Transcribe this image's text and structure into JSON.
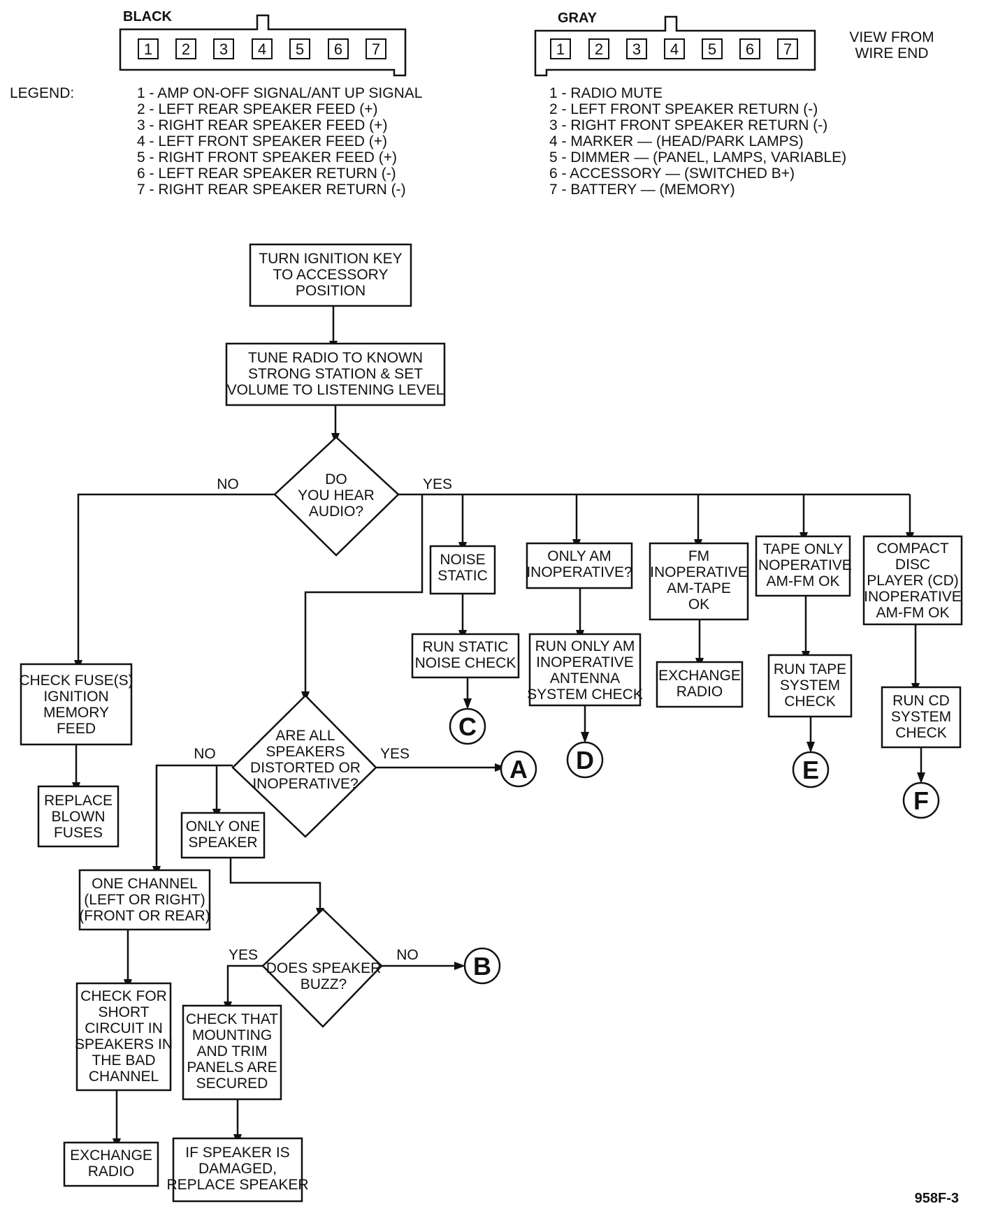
{
  "connectors": {
    "black": {
      "title": "BLACK",
      "pins": [
        "1",
        "2",
        "3",
        "4",
        "5",
        "6",
        "7"
      ],
      "legend": [
        "1 - AMP ON-OFF SIGNAL/ANT UP SIGNAL",
        "2 - LEFT REAR SPEAKER FEED (+)",
        "3 - RIGHT REAR SPEAKER FEED (+)",
        "4 - LEFT FRONT SPEAKER FEED (+)",
        "5 - RIGHT FRONT SPEAKER FEED (+)",
        "6 - LEFT REAR SPEAKER RETURN (-)",
        "7 - RIGHT REAR SPEAKER RETURN (-)"
      ]
    },
    "gray": {
      "title": "GRAY",
      "pins": [
        "1",
        "2",
        "3",
        "4",
        "5",
        "6",
        "7"
      ],
      "legend": [
        "1 - RADIO MUTE",
        "2 - LEFT FRONT SPEAKER RETURN (-)",
        "3 - RIGHT FRONT SPEAKER RETURN (-)",
        "4 - MARKER — (HEAD/PARK LAMPS)",
        "5 - DIMMER — (PANEL, LAMPS, VARIABLE)",
        "6 - ACCESSORY — (SWITCHED B+)",
        "7 - BATTERY — (MEMORY)"
      ]
    },
    "legend_label": "LEGEND:",
    "view_note": [
      "VIEW FROM",
      "WIRE END"
    ]
  },
  "flow": {
    "start": [
      "TURN IGNITION KEY",
      "TO ACCESSORY",
      "POSITION"
    ],
    "tune": [
      "TUNE RADIO TO KNOWN",
      "STRONG STATION & SET",
      "VOLUME TO LISTENING LEVEL"
    ],
    "q_audio": [
      "DO",
      "YOU HEAR",
      "AUDIO?"
    ],
    "no": "NO",
    "yes": "YES",
    "check_fuse": [
      "CHECK FUSE(S)",
      "IGNITION",
      "MEMORY",
      "FEED"
    ],
    "replace_fuses": [
      "REPLACE",
      "BLOWN",
      "FUSES"
    ],
    "noise": [
      "NOISE",
      "STATIC"
    ],
    "run_static": [
      "RUN STATIC",
      "NOISE CHECK"
    ],
    "only_am": [
      "ONLY AM",
      "INOPERATIVE?"
    ],
    "run_am": [
      "RUN ONLY AM",
      "INOPERATIVE",
      "ANTENNA",
      "SYSTEM CHECK"
    ],
    "fm_inop": [
      "FM",
      "INOPERATIVE",
      "AM-TAPE",
      "OK"
    ],
    "exchange_radio_1": [
      "EXCHANGE",
      "RADIO"
    ],
    "tape_only": [
      "TAPE ONLY",
      "INOPERATIVE",
      "AM-FM OK"
    ],
    "run_tape": [
      "RUN TAPE",
      "SYSTEM",
      "CHECK"
    ],
    "cd": [
      "COMPACT",
      "DISC",
      "PLAYER (CD)",
      "INOPERATIVE",
      "AM-FM OK"
    ],
    "run_cd": [
      "RUN CD",
      "SYSTEM",
      "CHECK"
    ],
    "q_speakers": [
      "ARE ALL",
      "SPEAKERS",
      "DISTORTED OR",
      "INOPERATIVE?"
    ],
    "only_one": [
      "ONLY ONE",
      "SPEAKER"
    ],
    "one_channel": [
      "ONE CHANNEL",
      "(LEFT OR RIGHT)",
      "(FRONT OR REAR)"
    ],
    "check_short": [
      "CHECK FOR",
      "SHORT",
      "CIRCUIT IN",
      "SPEAKERS IN",
      "THE BAD",
      "CHANNEL"
    ],
    "exchange_radio_2": [
      "EXCHANGE",
      "RADIO"
    ],
    "q_buzz": [
      "DOES SPEAKER",
      "BUZZ?"
    ],
    "check_mount": [
      "CHECK THAT",
      "MOUNTING",
      "AND TRIM",
      "PANELS ARE",
      "SECURED"
    ],
    "replace_speaker": [
      "IF SPEAKER IS",
      "DAMAGED,",
      "REPLACE SPEAKER"
    ],
    "connectors": {
      "a": "A",
      "b": "B",
      "c": "C",
      "d": "D",
      "e": "E",
      "f": "F"
    }
  },
  "figure_id": "958F-3"
}
